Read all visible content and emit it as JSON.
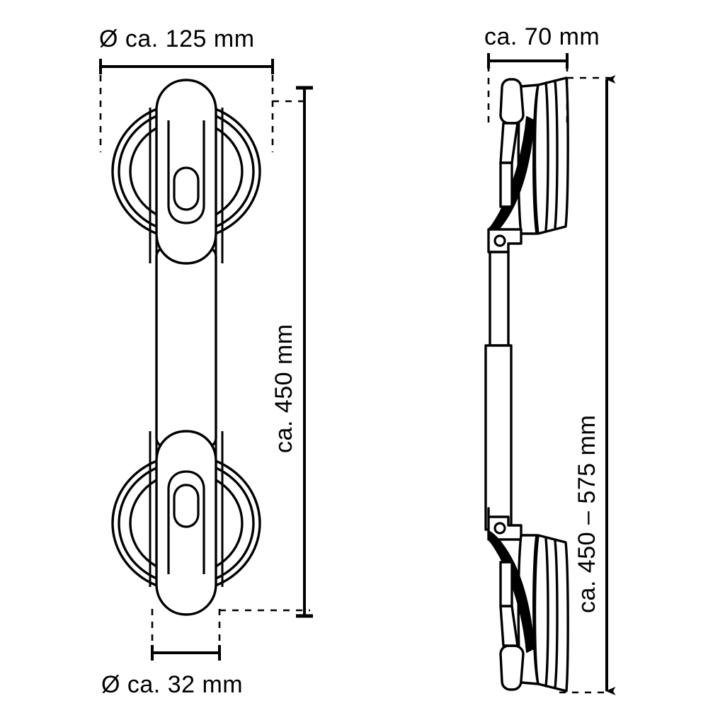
{
  "drawing": {
    "type": "technical-dimension-drawing",
    "subject": "suction cup grab bar / grab handle",
    "views": [
      {
        "name": "front-view",
        "position": "left"
      },
      {
        "name": "side-view",
        "position": "right"
      }
    ],
    "line_color": "#000000",
    "background_color": "#ffffff"
  },
  "dimensions": {
    "cup_diameter": {
      "label": "Ø ca. 125 mm",
      "value": 125,
      "unit": "mm",
      "approx": true,
      "orientation": "horizontal",
      "view": "front-view",
      "placement": "top"
    },
    "grip_diameter": {
      "label": "Ø ca. 32 mm",
      "value": 32,
      "unit": "mm",
      "approx": true,
      "orientation": "horizontal",
      "view": "front-view",
      "placement": "bottom"
    },
    "overall_length": {
      "label": "ca. 450 mm",
      "value": 450,
      "unit": "mm",
      "approx": true,
      "orientation": "vertical",
      "view": "front-view",
      "placement": "right"
    },
    "depth": {
      "label": "ca. 70 mm",
      "value": 70,
      "unit": "mm",
      "approx": true,
      "orientation": "horizontal",
      "view": "side-view",
      "placement": "top"
    },
    "adjustable_length": {
      "label": "ca. 450 – 575 mm",
      "min": 450,
      "max": 575,
      "unit": "mm",
      "approx": true,
      "orientation": "vertical",
      "view": "side-view",
      "placement": "right"
    }
  }
}
